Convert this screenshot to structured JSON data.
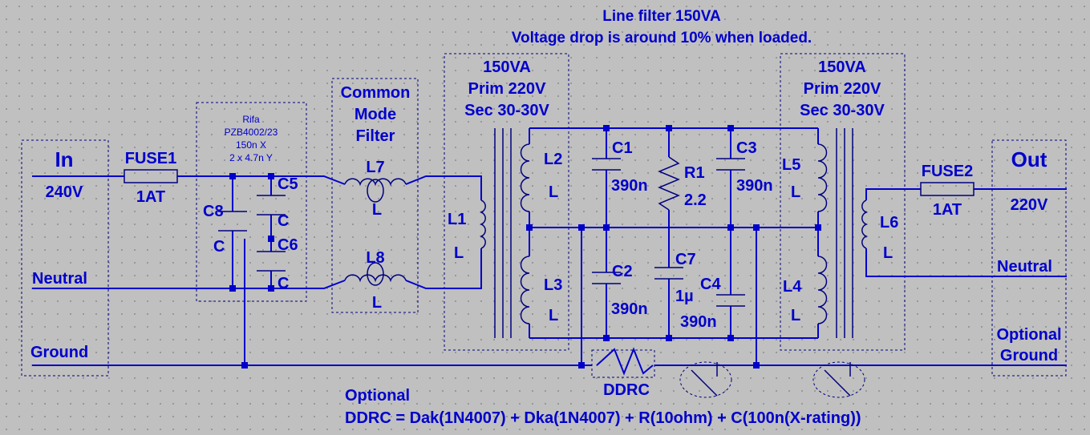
{
  "title": [
    "Line filter 150VA",
    "Voltage drop is around 10% when loaded."
  ],
  "input": {
    "label": "In",
    "voltage": "240V",
    "neutral": "Neutral",
    "ground": "Ground"
  },
  "output": {
    "label": "Out",
    "voltage": "220V",
    "neutral": "Neutral",
    "ground": [
      "Optional",
      "Ground"
    ]
  },
  "fuse1": {
    "name": "FUSE1",
    "value": "1AT"
  },
  "fuse2": {
    "name": "FUSE2",
    "value": "1AT"
  },
  "rifa": {
    "lines": [
      "Rifa",
      "PZB4002/23",
      "150n X",
      "2 x 4.7n Y"
    ]
  },
  "c8": {
    "name": "C8",
    "value": "C"
  },
  "c5": {
    "name": "C5",
    "value": "C"
  },
  "c6": {
    "name": "C6",
    "value": "C"
  },
  "cmf": {
    "lines": [
      "Common",
      "Mode",
      "Filter"
    ]
  },
  "l7": {
    "name": "L7",
    "value": "L"
  },
  "l8": {
    "name": "L8",
    "value": "L"
  },
  "xfmr1": {
    "lines": [
      "150VA",
      "Prim 220V",
      "Sec 30-30V"
    ]
  },
  "xfmr2": {
    "lines": [
      "150VA",
      "Prim 220V",
      "Sec 30-30V"
    ]
  },
  "l1": {
    "name": "L1",
    "value": "L"
  },
  "l2": {
    "name": "L2",
    "value": "L"
  },
  "l3": {
    "name": "L3",
    "value": "L"
  },
  "l4": {
    "name": "L4",
    "value": "L"
  },
  "l5": {
    "name": "L5",
    "value": "L"
  },
  "l6": {
    "name": "L6",
    "value": "L"
  },
  "c1": {
    "name": "C1",
    "value": "390n"
  },
  "c2": {
    "name": "C2",
    "value": "390n"
  },
  "c3": {
    "name": "C3",
    "value": "390n"
  },
  "c4": {
    "name": "C4",
    "value": "390n"
  },
  "c7": {
    "name": "C7",
    "value": "1µ"
  },
  "r1": {
    "name": "R1",
    "value": "2.2"
  },
  "ddrc": {
    "label": "DDRC"
  },
  "note": {
    "heading": "Optional",
    "formula": "DDRC = Dak(1N4007) + Dka(1N4007) + R(10ohm) + C(100n(X-rating))"
  },
  "colors": {
    "wire": "#0000cc",
    "component": "#000080",
    "background": "#c0c0c0",
    "grid_dot": "#8a8a8a"
  }
}
